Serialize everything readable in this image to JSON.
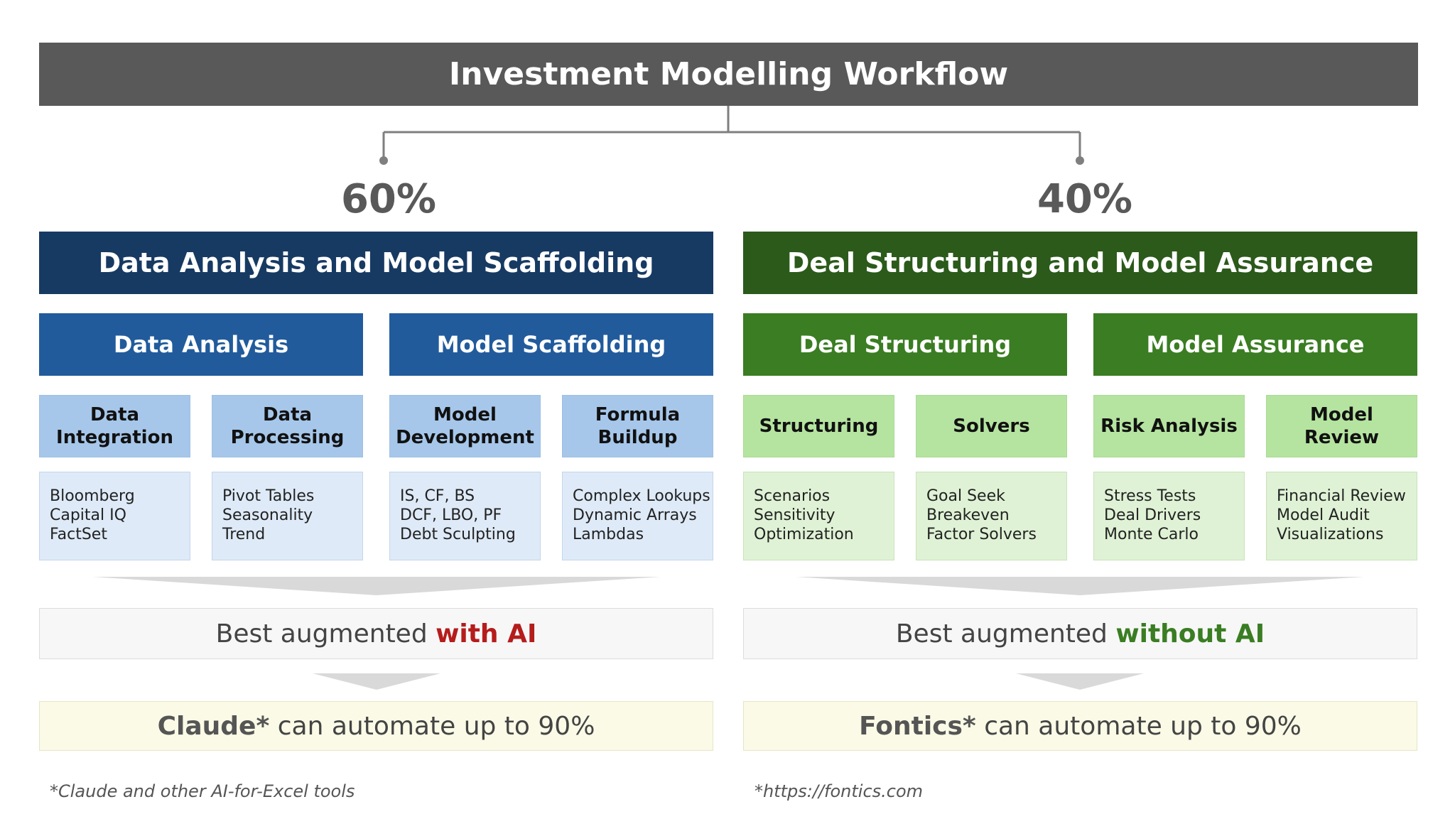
{
  "title": "Investment Modelling Workflow",
  "branches": [
    {
      "percent": "60%",
      "header": "Data Analysis and Model Scaffolding",
      "subheaders": [
        "Data Analysis",
        "Model Scaffolding"
      ],
      "categories": [
        {
          "line1": "Data",
          "line2": "Integration",
          "items": [
            "Bloomberg",
            "Capital IQ",
            "FactSet"
          ]
        },
        {
          "line1": "Data",
          "line2": "Processing",
          "items": [
            "Pivot Tables",
            "Seasonality",
            "Trend"
          ]
        },
        {
          "line1": "Model",
          "line2": "Development",
          "items": [
            "IS, CF, BS",
            "DCF, LBO, PF",
            "Debt Sculpting"
          ]
        },
        {
          "line1": "Formula",
          "line2": "Buildup",
          "items": [
            "Complex Lookups",
            "Dynamic Arrays",
            "Lambdas"
          ]
        }
      ],
      "verdict_prefix": "Best augmented ",
      "verdict_emphasis": "with AI",
      "automation_tool": "Claude*",
      "automation_text": " can automate up to 90%",
      "footnote": "*Claude and other AI-for-Excel tools"
    },
    {
      "percent": "40%",
      "header": "Deal Structuring and Model Assurance",
      "subheaders": [
        "Deal Structuring",
        "Model Assurance"
      ],
      "categories": [
        {
          "line1": "Structuring",
          "line2": "",
          "items": [
            "Scenarios",
            "Sensitivity",
            "Optimization"
          ]
        },
        {
          "line1": "Solvers",
          "line2": "",
          "items": [
            "Goal Seek",
            "Breakeven",
            "Factor Solvers"
          ]
        },
        {
          "line1": "Risk Analysis",
          "line2": "",
          "items": [
            "Stress Tests",
            "Deal Drivers",
            "Monte Carlo"
          ]
        },
        {
          "line1": "Model Review",
          "line2": "",
          "items": [
            "Financial Review",
            "Model Audit",
            "Visualizations"
          ]
        }
      ],
      "verdict_prefix": "Best augmented ",
      "verdict_emphasis": "without AI",
      "automation_tool": "Fontics*",
      "automation_text": " can automate up to 90%",
      "footnote": "*https://fontics.com"
    }
  ],
  "colors": {
    "title_bg": "#595959",
    "left_header": "#173a63",
    "left_sub": "#215b9c",
    "left_cat": "#a6c7ea",
    "left_items": "#deeaf7",
    "right_header": "#2b5a1a",
    "right_sub": "#3a7d22",
    "right_cat": "#b5e4a0",
    "right_items": "#dff2d5",
    "with_ai": "#b51c1c",
    "without_ai": "#3a7d22"
  }
}
